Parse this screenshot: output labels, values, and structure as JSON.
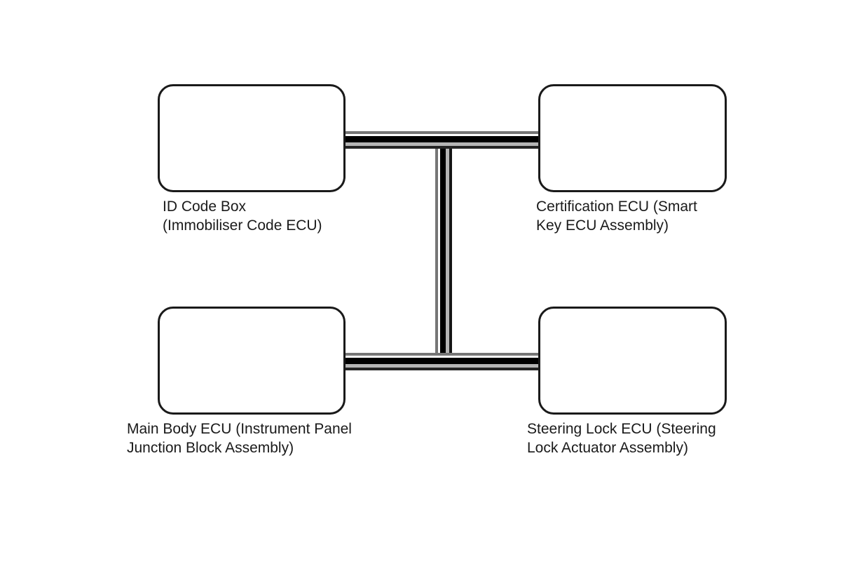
{
  "diagram": {
    "background_color": "#ffffff",
    "line_color": "#000000",
    "label_color": "#1a1a1a"
  },
  "nodes": [
    {
      "id": "id-code-box",
      "lines": [
        "ID Code Box",
        "(Immobiliser Code ECU)"
      ]
    },
    {
      "id": "certification-ecu",
      "lines": [
        "Certification ECU (Smart",
        "Key ECU Assembly)"
      ]
    },
    {
      "id": "main-body-ecu",
      "lines": [
        "Main Body ECU (Instrument Panel",
        "Junction Block Assembly)"
      ]
    },
    {
      "id": "steering-lock-ecu",
      "lines": [
        "Steering Lock ECU (Steering",
        "Lock Actuator Assembly)"
      ]
    }
  ],
  "connections": [
    {
      "from": "id-code-box",
      "to": "certification-ecu",
      "segment": "top-horizontal-bus"
    },
    {
      "from": "main-body-ecu",
      "to": "steering-lock-ecu",
      "segment": "bottom-horizontal-bus"
    },
    {
      "from": "top-horizontal-bus",
      "to": "bottom-horizontal-bus",
      "segment": "vertical-bus"
    }
  ]
}
